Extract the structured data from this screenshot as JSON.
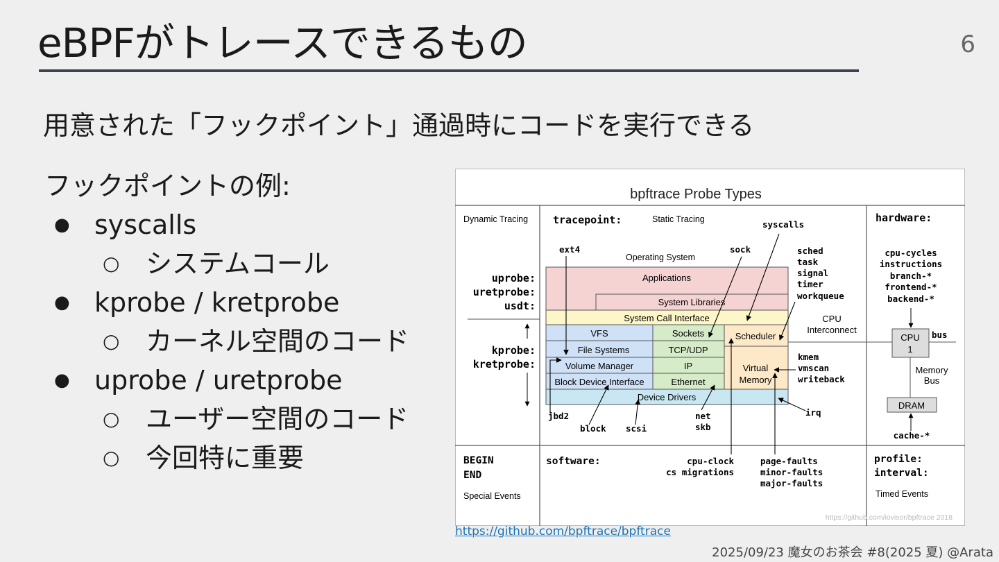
{
  "slide": {
    "title": "eBPFがトレースできるもの",
    "page_number": "6",
    "subtitle": "用意された「フックポイント」通過時にコードを実行できる",
    "examples_heading": "フックポイントの例:",
    "bullets": [
      {
        "label": "syscalls",
        "sub": [
          "システムコール"
        ]
      },
      {
        "label": "kprobe / kretprobe",
        "sub": [
          "カーネル空間のコード"
        ]
      },
      {
        "label": "uprobe / uretprobe",
        "sub": [
          "ユーザー空間のコード",
          "今回特に重要"
        ]
      }
    ],
    "source_link": "https://github.com/bpftrace/bpftrace",
    "footer": "2025/09/23 魔女のお茶会 #8(2025 夏) @Arata"
  },
  "diagram": {
    "title": "bpftrace Probe Types",
    "dynamic_tracing": "Dynamic Tracing",
    "tracepoint": "tracepoint:",
    "static_tracing": "Static Tracing",
    "hardware": "hardware:",
    "syscalls": "syscalls",
    "ext4": "ext4",
    "operating_system": "Operating System",
    "sock": "sock",
    "sched_list": [
      "sched",
      "task",
      "signal",
      "timer",
      "workqueue"
    ],
    "hw_list": [
      "cpu-cycles",
      "instructions",
      "branch-*",
      "frontend-*",
      "backend-*"
    ],
    "uprobe_list": [
      "uprobe:",
      "uretprobe:",
      "usdt:"
    ],
    "kprobe_list": [
      "kprobe:",
      "kretprobe:"
    ],
    "applications": "Applications",
    "system_libraries": "System Libraries",
    "system_call_interface": "System Call Interface",
    "cpu_interconnect": [
      "CPU",
      "Interconnect"
    ],
    "vfs": "VFS",
    "sockets": "Sockets",
    "scheduler": "Scheduler",
    "file_systems": "File Systems",
    "tcp_udp": "TCP/UDP",
    "volume_manager": "Volume Manager",
    "ip": "IP",
    "virtual_memory": [
      "Virtual",
      "Memory"
    ],
    "block_device_interface": "Block Device Interface",
    "ethernet": "Ethernet",
    "device_drivers": "Device Drivers",
    "cpu_box": [
      "CPU",
      "1"
    ],
    "bus": "bus",
    "memory_bus": [
      "Memory",
      "Bus"
    ],
    "kmem_list": [
      "kmem",
      "vmscan",
      "writeback"
    ],
    "dram": "DRAM",
    "irq": "irq",
    "jbd2": "jbd2",
    "block": "block",
    "scsi": "scsi",
    "net_skb": [
      "net",
      "skb"
    ],
    "cache": "cache-*",
    "begin_end": [
      "BEGIN",
      "END"
    ],
    "special_events": "Special Events",
    "software": "software:",
    "cpu_clock": [
      "cpu-clock",
      "cs migrations"
    ],
    "page_faults": [
      "page-faults",
      "minor-faults",
      "major-faults"
    ],
    "profile_interval": [
      "profile:",
      "interval:"
    ],
    "timed_events": "Timed Events",
    "credit": "https://github.com/iovisor/bpftrace 2018"
  }
}
